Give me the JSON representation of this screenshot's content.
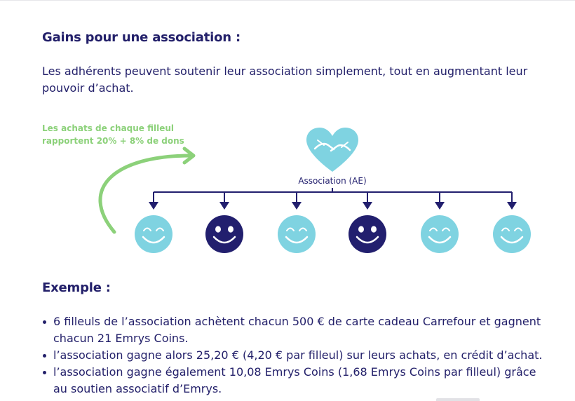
{
  "headings": {
    "gains": "Gains pour une association :",
    "example": "Exemple :"
  },
  "intro": "Les adhérents peuvent soutenir leur association simplement, tout en augmentant leur pouvoir d’achat.",
  "diagram": {
    "note": "Les achats de chaque filleul rapportent 20% + 8% de dons",
    "association_label": "Association (AE)",
    "icons": {
      "association": "heart-hands-icon",
      "member_happy": "smiley-closed-eyes-icon",
      "member_dark": "smiley-open-eyes-icon"
    },
    "members": [
      "light",
      "dark",
      "light",
      "dark",
      "light",
      "light"
    ],
    "colors": {
      "navy": "#221f6e",
      "light_blue": "#7fd3e1",
      "green": "#8cd17a"
    }
  },
  "example_items": [
    "6 filleuls de l’association achètent chacun 500 € de carte cadeau Carrefour et gagnent chacun 21 Emrys Coins.",
    "l’association gagne alors 25,20 € (4,20 € par filleul) sur leurs achats, en crédit d’achat.",
    "l’association gagne également 10,08 Emrys Coins (1,68 Emrys Coins par filleul) grâce au soutien associatif d’Emrys."
  ]
}
